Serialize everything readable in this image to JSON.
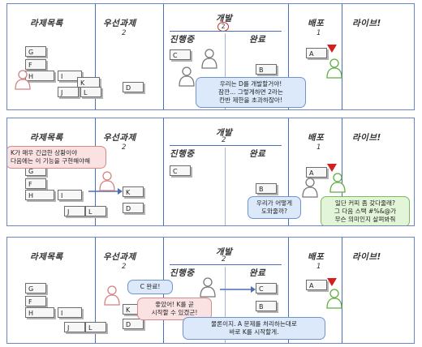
{
  "columns": {
    "backlog": "라제목록",
    "priority": "우선과제",
    "priority_limit": "2",
    "dev": "개발",
    "dev_limit": "2",
    "in_progress": "진행중",
    "done": "완료",
    "deploy": "배포",
    "deploy_limit": "1",
    "live": "라이브!"
  },
  "panel1": {
    "cards": [
      "G",
      "F",
      "H",
      "I",
      "K",
      "J",
      "L",
      "D",
      "C",
      "B",
      "A"
    ],
    "bubble": "우리는 D를 개발할거야!\n잠깐... 그렇게하면 2라는\n칸반 제한을 초과하잖아!"
  },
  "panel2": {
    "cards": [
      "G",
      "F",
      "H",
      "I",
      "K",
      "J",
      "L",
      "D",
      "C",
      "B",
      "A"
    ],
    "bubble_pink": "K가 매우 긴급한 상황이야\n다음에는 이 기능을 구현해야해",
    "bubble_blue": "우리가 어떻게\n도와줄까?",
    "bubble_green": "일단 커피 좀 갖다줄래?\n그 다음 스택 #%&@가\n무슨 의미인지 살펴봐줘"
  },
  "panel3": {
    "cards": [
      "G",
      "F",
      "H",
      "I",
      "K",
      "J",
      "L",
      "D",
      "C",
      "B",
      "A"
    ],
    "bubble_c": "C 완료!",
    "bubble_pink": "좋았어! K를 곧\n시작할 수 있겠군!",
    "bubble_blue": "물론이지. A 문제를 처리하는대로\n바로 K를 시작할게."
  },
  "colors": {
    "grid": "#4a6fb5",
    "limit_circle": "#d23030",
    "flag": "#d21f1f"
  }
}
